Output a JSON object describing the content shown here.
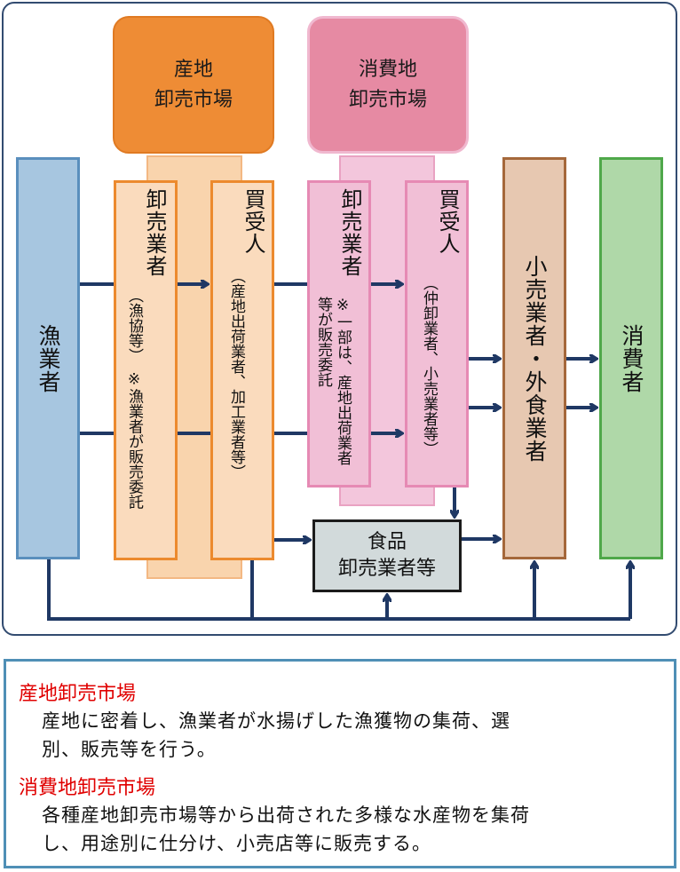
{
  "diagram": {
    "producer_market": {
      "title_line1": "産地",
      "title_line2": "卸売市場"
    },
    "consumer_market": {
      "title_line1": "消費地",
      "title_line2": "卸売市場"
    },
    "fishermen": "漁業者",
    "producer_wholesaler": {
      "label": "卸売業者",
      "note": "（漁協等）　※漁業者が販売委託"
    },
    "producer_buyer": {
      "label": "買受人",
      "note": "（産地出荷業者、加工業者等）"
    },
    "consumer_wholesaler": {
      "label": "卸売業者",
      "note": "※一部は、産地出荷業者等が販売委託"
    },
    "consumer_buyer": {
      "label": "買受人",
      "note": "（仲卸業者、小売業者等）"
    },
    "food_wholesaler": {
      "line1": "食品",
      "line2": "卸売業者等"
    },
    "retailers": "小売業者・外食業者",
    "consumers": "消費者",
    "colors": {
      "frame": "#324b70",
      "arrow": "#1f3864",
      "producer_orange": "#ee8c35",
      "producer_light": "#f9d4ad",
      "consumer_pink": "#e68aa3",
      "consumer_light": "#f3c6dc",
      "fishermen_blue": "#a7c6e0",
      "retail_brown": "#e7c8b1",
      "consumer_green": "#afd8a8",
      "legend_red": "#e00000"
    }
  },
  "legend": {
    "producer_title": "産地卸売市場",
    "producer_line1": "産地に密着し、漁業者が水揚げした漁獲物の集荷、選",
    "producer_line2": "別、販売等を行う。",
    "consumer_title": "消費地卸売市場",
    "consumer_line1": "各種産地卸売市場等から出荷された多様な水産物を集荷",
    "consumer_line2": "し、用途別に仕分け、小売店等に販売する。"
  }
}
